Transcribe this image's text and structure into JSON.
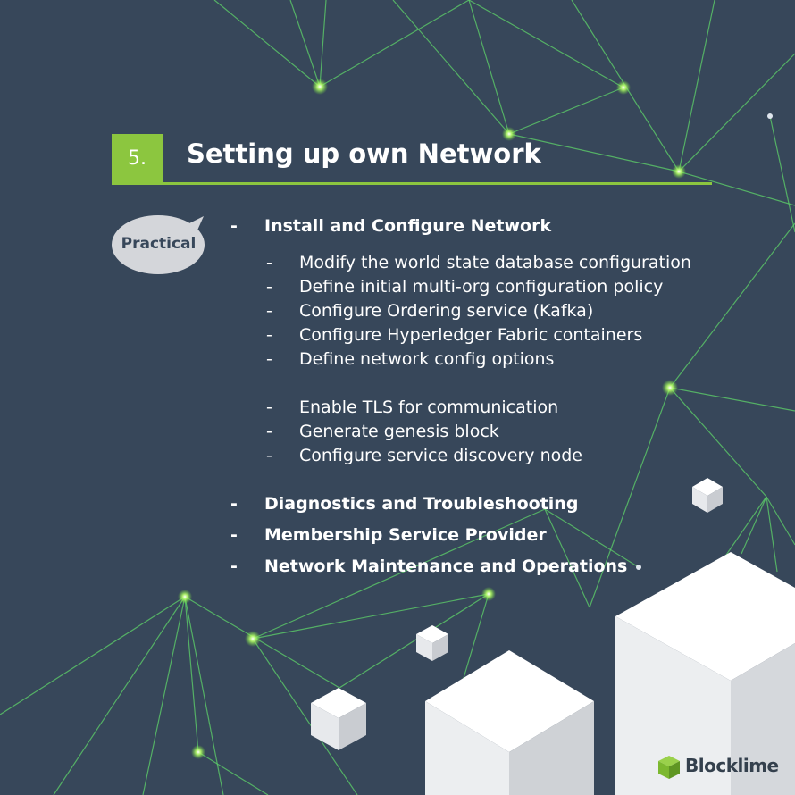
{
  "section": {
    "number": "5.",
    "title": "Setting up own Network"
  },
  "bubble": {
    "label": "Practical"
  },
  "topics": [
    {
      "dash": "-",
      "title": "Install and Configure Network",
      "subitems": [
        {
          "dash": "-",
          "text": "Modify the world state database configuration"
        },
        {
          "dash": "-",
          "text": "Define initial multi-org configuration policy"
        },
        {
          "dash": "-",
          "text": "Configure Ordering service (Kafka)"
        },
        {
          "dash": "-",
          "text": "Configure Hyperledger Fabric containers"
        },
        {
          "dash": "-",
          "text": "Define network config options"
        },
        {
          "dash": "-",
          "text": "Enable TLS for communication"
        },
        {
          "dash": "-",
          "text": "Generate genesis block"
        },
        {
          "dash": "-",
          "text": "Configure service discovery node"
        }
      ]
    },
    {
      "dash": "-",
      "title": "Diagnostics and Troubleshooting"
    },
    {
      "dash": "-",
      "title": "Membership Service Provider"
    },
    {
      "dash": "-",
      "title": "Network Maintenance and Operations"
    }
  ],
  "brand": {
    "name": "Blocklime",
    "icon": "green-cube-logo"
  },
  "colors": {
    "background": "#37475a",
    "accent": "#8cc63f",
    "text": "#ffffff",
    "bubble": "#d4d6da"
  }
}
